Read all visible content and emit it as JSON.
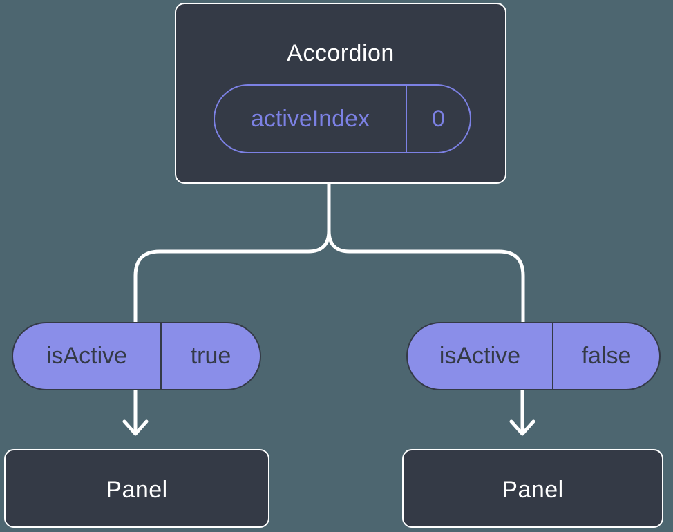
{
  "diagram": {
    "description": "React component tree diagram: Accordion parent holding state, passing isActive props to two Panel children",
    "colors": {
      "background": "#4d6670",
      "node_fill": "#343a46",
      "node_border": "#ffffff",
      "accent_purple": "#7c81e4",
      "prop_pill_fill": "#8a8ee9",
      "prop_pill_text": "#343a46",
      "connector": "#ffffff"
    },
    "accordion": {
      "title": "Accordion",
      "state": {
        "name": "activeIndex",
        "value": "0"
      }
    },
    "props": [
      {
        "name": "isActive",
        "value": "true"
      },
      {
        "name": "isActive",
        "value": "false"
      }
    ],
    "panels": [
      {
        "title": "Panel"
      },
      {
        "title": "Panel"
      }
    ]
  }
}
